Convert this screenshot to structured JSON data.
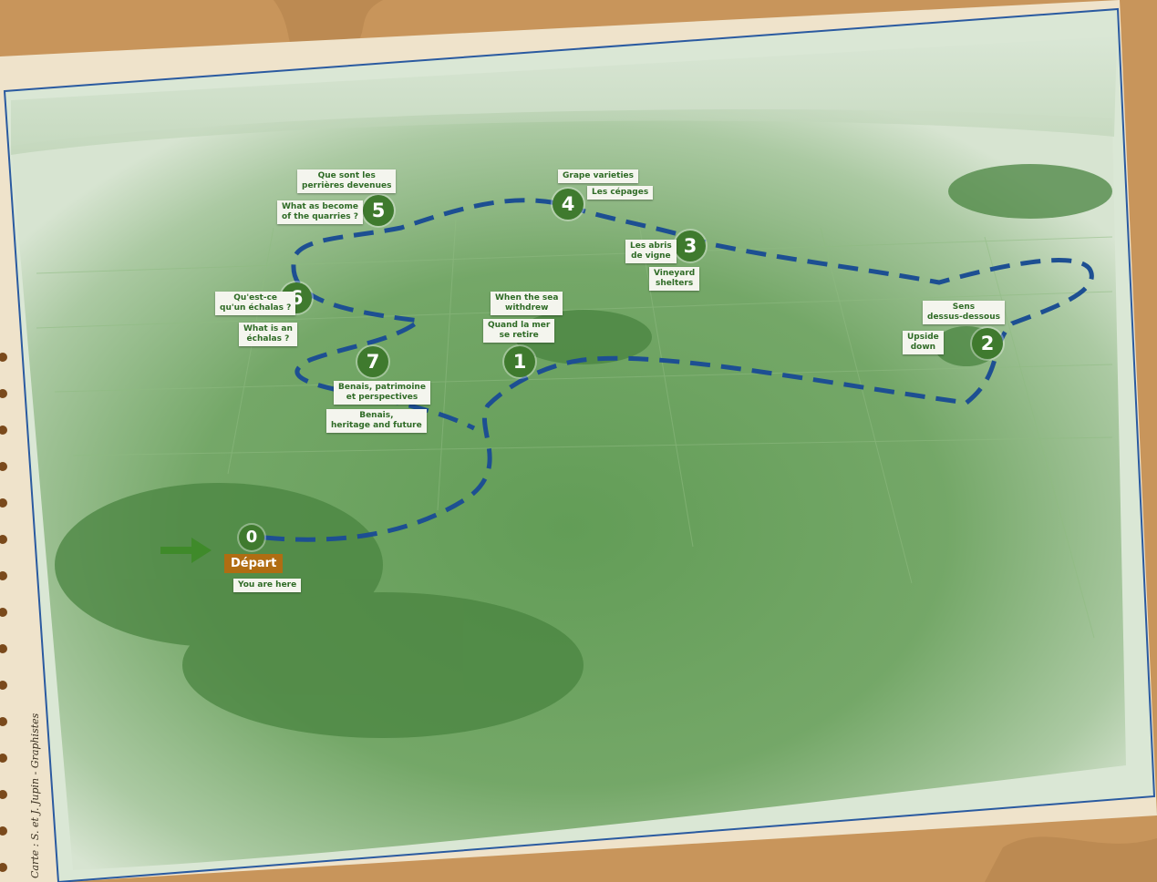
{
  "route_color": "#1d4f92",
  "card_color": "#f4f5ee",
  "stop_color": "#3f7a2e",
  "start": {
    "number": "0",
    "badge": "Départ",
    "caption": "You are here"
  },
  "stops": [
    {
      "number": "1",
      "fr": "Quand la mer\nse retire",
      "en": "When the sea\nwithdrew"
    },
    {
      "number": "2",
      "fr": "Sens\ndessus-dessous",
      "en": "Upside\ndown"
    },
    {
      "number": "3",
      "fr": "Les abris\nde vigne",
      "en": "Vineyard\nshelters"
    },
    {
      "number": "4",
      "fr": "Les cépages",
      "en": "Grape varieties"
    },
    {
      "number": "5",
      "fr": "Que sont les\nperrières devenues",
      "en": "What as become\nof the quarries ?"
    },
    {
      "number": "6",
      "fr": "Qu'est-ce\nqu'un échalas ?",
      "en": "What is an\néchalas ?"
    },
    {
      "number": "7",
      "fr": "Benais, patrimoine\net perspectives",
      "en": "Benais,\nheritage and future"
    }
  ],
  "credit": "Carte : S. et J. Jupin - Graphistes"
}
